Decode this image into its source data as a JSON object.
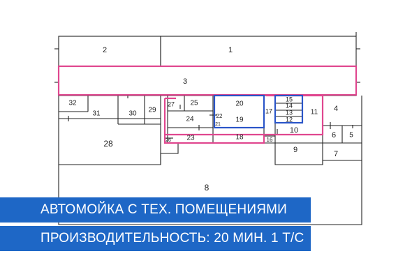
{
  "plan": {
    "room_numbers": [
      "1",
      "2",
      "3",
      "4",
      "5",
      "6",
      "7",
      "8",
      "9",
      "10",
      "11",
      "12",
      "13",
      "14",
      "15",
      "16",
      "17",
      "18",
      "19",
      "20",
      "21",
      "22",
      "23",
      "24",
      "25",
      "26",
      "27",
      "28",
      "29",
      "30",
      "31",
      "32"
    ],
    "colors": {
      "walls": "#222222",
      "pink_outline": "#e0478f",
      "blue_outline": "#2a55c8",
      "banner": "#1e67c6",
      "banner_text": "#ffffff"
    }
  },
  "banners": {
    "title": "АВТОМОЙКА С ТЕХ. ПОМЕЩЕНИЯМИ",
    "subtitle": "ПРОИЗВОДИТЕЛЬНОСТЬ: 20 МИН. 1 Т/С"
  }
}
